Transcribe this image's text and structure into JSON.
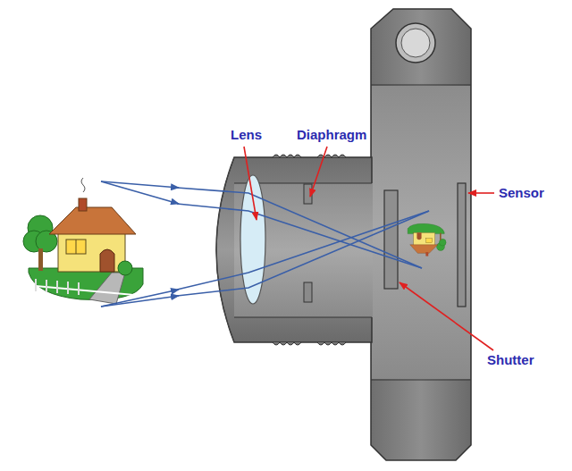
{
  "diagram": {
    "labels": [
      "Lens",
      "Diaphragm",
      "Sensor",
      "Shutter"
    ]
  }
}
